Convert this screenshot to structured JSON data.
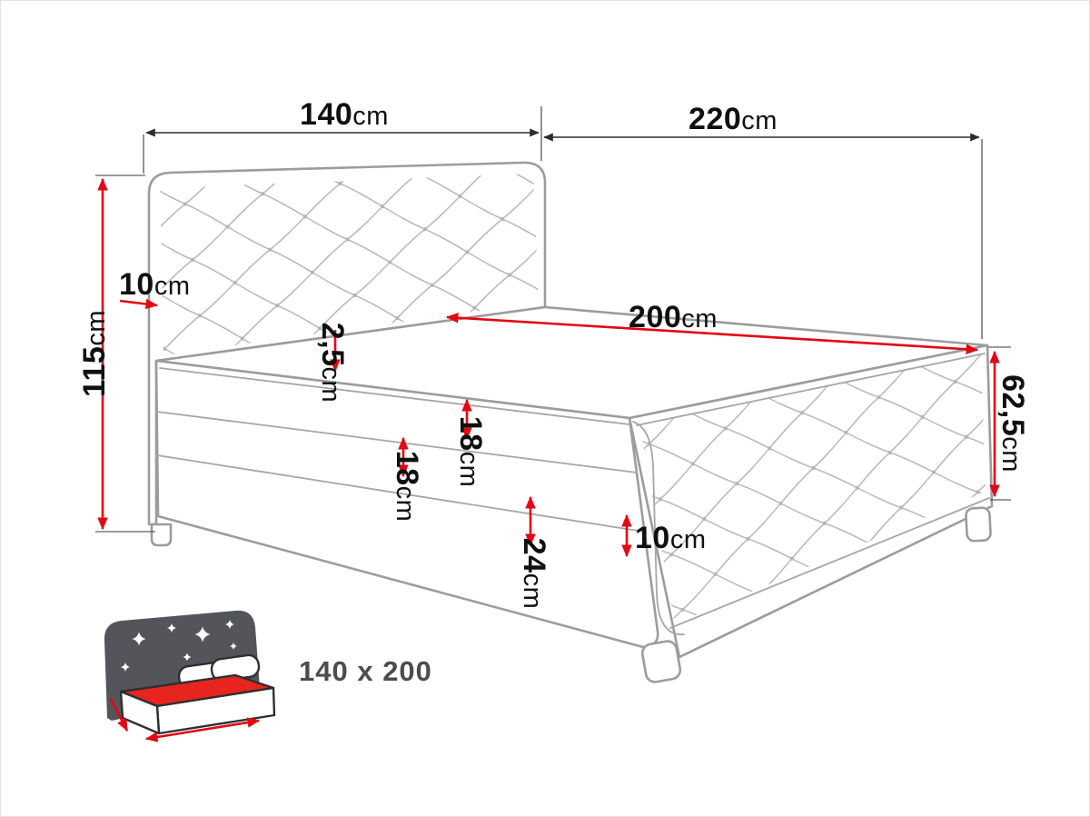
{
  "colors": {
    "dimension_red": "#e30613",
    "drawing_gray": "#9c9c9c",
    "text_black": "#101010",
    "icon_dark_gray": "#54555a",
    "icon_red": "#e8241f"
  },
  "dimensions": {
    "headboard_width": {
      "value": "140",
      "unit": "cm"
    },
    "total_length": {
      "value": "220",
      "unit": "cm"
    },
    "total_height": {
      "value": "115",
      "unit": "cm"
    },
    "headboard_depth": {
      "value": "10",
      "unit": "cm"
    },
    "sleeping_length": {
      "value": "200",
      "unit": "cm"
    },
    "topper_thickness": {
      "value": "2,5",
      "unit": "cm"
    },
    "mattress_thickness": {
      "value": "18",
      "unit": "cm"
    },
    "upper_box_thickness": {
      "value": "18",
      "unit": "cm"
    },
    "base_box_thickness": {
      "value": "24",
      "unit": "cm"
    },
    "corpus_height": {
      "value": "62,5",
      "unit": "cm"
    },
    "plinth_height": {
      "value": "10",
      "unit": "cm"
    }
  },
  "size_icon": {
    "label": "140 x 200"
  }
}
